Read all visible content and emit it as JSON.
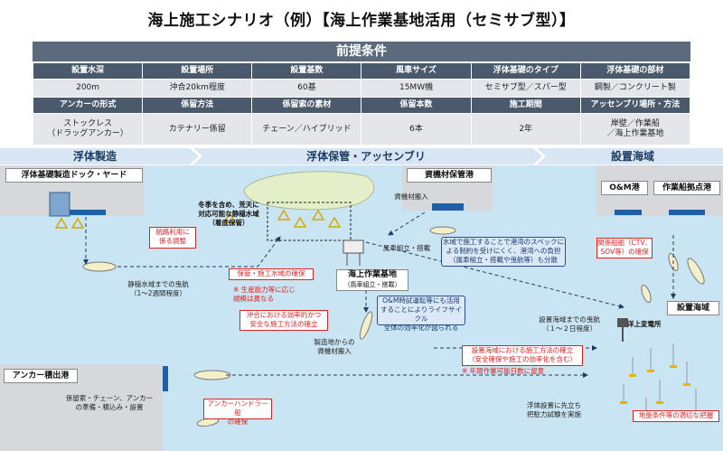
{
  "title": "海上施工シナリオ（例）【海上作業基地活用（セミサブ型）】",
  "conditions": {
    "header": "前提条件",
    "row1_heads": [
      "設置水深",
      "設置場所",
      "設置基数",
      "風車サイズ",
      "浮体基礎のタイプ",
      "浮体基礎の部材"
    ],
    "row1_vals": [
      "200m",
      "沖合20km程度",
      "60基",
      "15MW機",
      "セミサブ型／スパー型",
      "鋼製／コンクリート製"
    ],
    "row2_heads": [
      "アンカーの形式",
      "係留方法",
      "係留索の素材",
      "係留本数",
      "施工期間",
      "アッセンブリ場所・方法"
    ],
    "row2_vals": [
      "ストックレス\n（ドラッグアンカー）",
      "カテナリー係留",
      "チェーン／ハイブリッド",
      "6本",
      "2年",
      "岸壁／作業船\n／海上作業基地"
    ]
  },
  "phases": [
    "浮体製造",
    "浮体保管・アッセンブリ",
    "設置海域"
  ],
  "labels": {
    "dock": "浮体基礎製造ドック・ヤード",
    "material_port": "資機材保管港",
    "om_port": "O&M港",
    "work_port": "作業船拠点港",
    "install_area": "設置海域",
    "anchor_port": "アンカー積出港",
    "base_title": "海上作業基地",
    "base_sub": "（風車組立・搭載）",
    "substation": "洋上変電所",
    "storage": "冬季を含め、荒天に\n対応可能な静穏水域\n（着底保管）",
    "material_in": "資機材搬入",
    "wind_assembly": "風車組立・搭載",
    "tow_calm": "静穏水域までの曳航\n（1～2週間程度）",
    "from_factory": "製造地からの\n資機材搬入",
    "tow_area": "設置海域までの曳航\n（１～２日程度）",
    "anchor_prep": "係留索・チェーン、アンカー\nの準備・積込み・設置",
    "pretension": "浮体設置に先立ち\n把駐力試験を実施"
  },
  "red_notes": {
    "route": "航路利用に\n係る調整",
    "secure_area": "保管・施工水域の確保",
    "productivity": "※ 生産能力等に応じ\n規模は異なる",
    "offshore_method": "沖合における効率的かつ\n安全な施工方法の確立",
    "vessels": "関係船舶（CTV、\nSOV等）の確保",
    "install_method": "設置海域における施工方法の確立\n（安全確保や施工の効率化を含む）",
    "weather_days": "※ 年間作業可能日数に留意",
    "anchor_handler": "アンカーハンドラー船\nの確保",
    "ground": "地盤条件等の適切な把握"
  },
  "blue_notes": {
    "harbor": "水域で施工することで港湾のスペックに\nよる制約を受けにくく、港湾への負担\n（風車組立・搭載や曳航等）も分散",
    "om": "O&M時試運転等にも活用\nすることによりライフサイクル\n全体の効率化が図られる"
  },
  "colors": {
    "sea": "#c9e4f2",
    "phase": "#d7e6f2",
    "red": "#d22222",
    "navy": "#1f3d63",
    "float": "#e8b400"
  }
}
